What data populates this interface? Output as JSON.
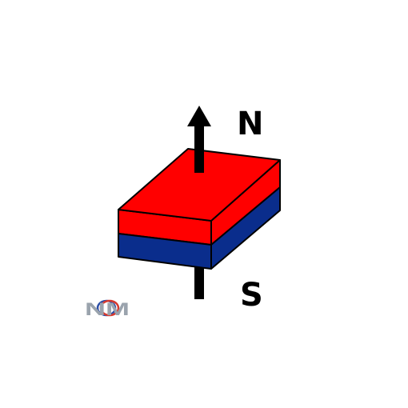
{
  "diagram": {
    "north_label": "N",
    "south_label": "S",
    "colors": {
      "north_face": "#ff0000",
      "south_face": "#0a2d8c",
      "outline": "#000000",
      "arrow": "#000000",
      "background": "#ffffff"
    },
    "icons": [
      "magnet-block",
      "north-arrow"
    ]
  },
  "logo": {
    "text": "NM",
    "colors": {
      "n": "#9aa3ad",
      "m": "#9aa3ad",
      "ring_left": "#2c4fa8",
      "ring_right": "#d63a2f"
    }
  }
}
